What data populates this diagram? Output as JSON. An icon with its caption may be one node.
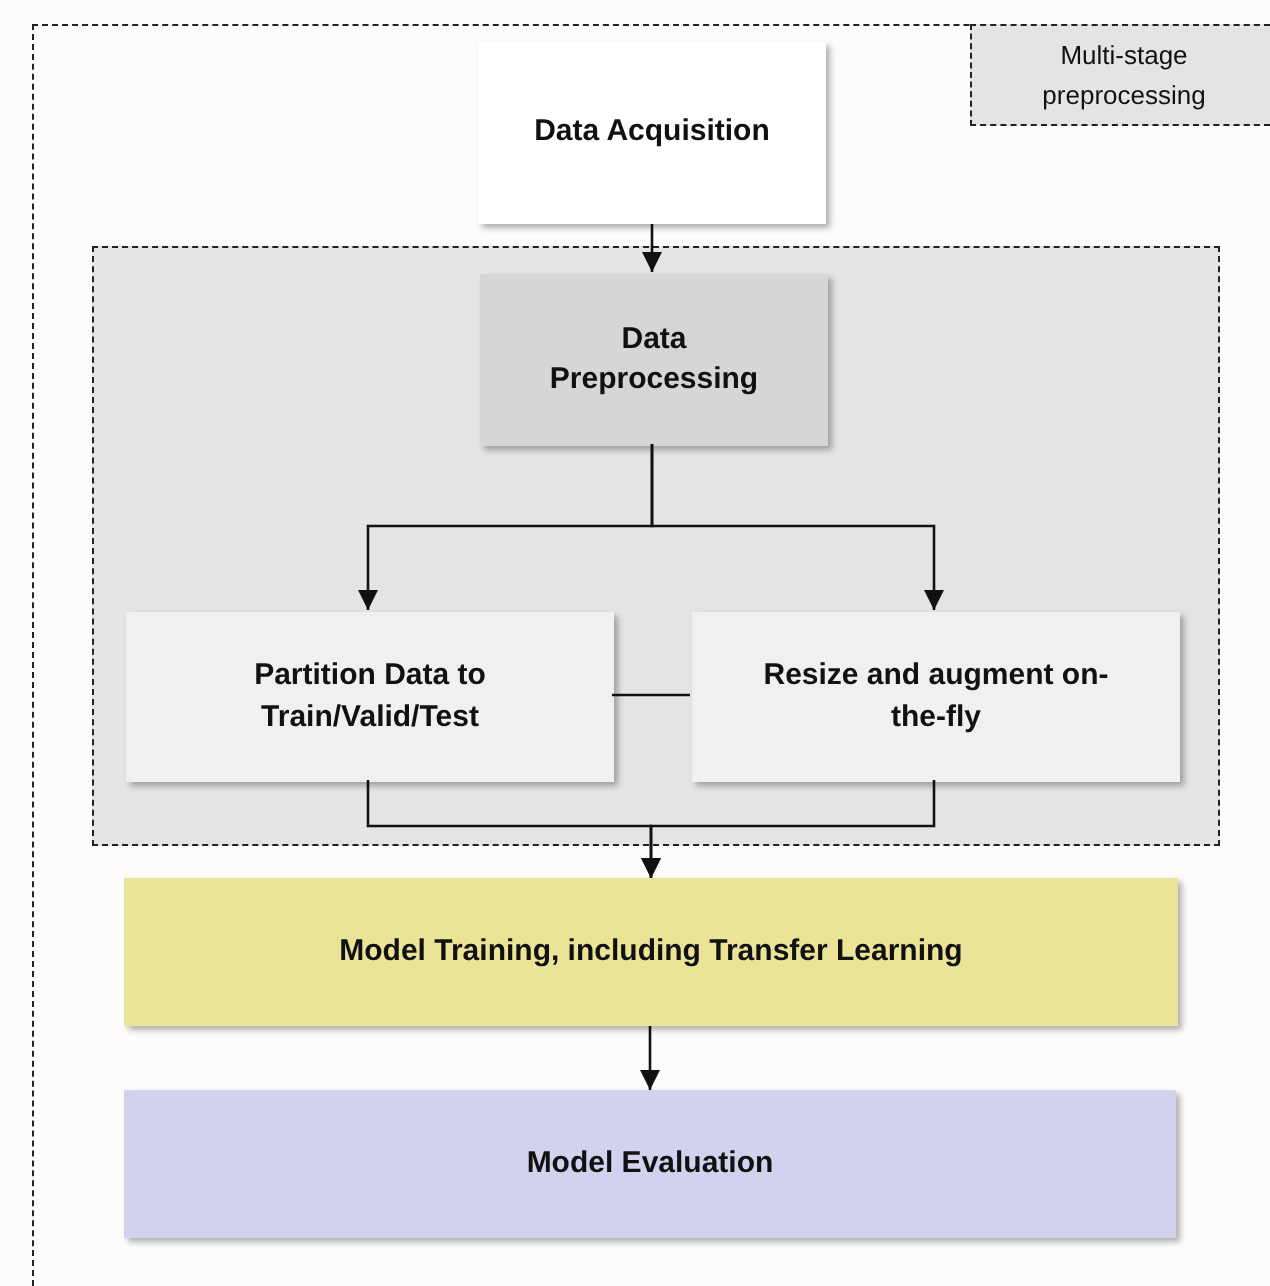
{
  "diagram": {
    "nodes": [
      {
        "text": [
          "Data Acquisition"
        ]
      },
      {
        "text": [],
        "shape": "box"
      },
      {
        "text": [
          "Data Preprocessing"
        ],
        "in": 1
      },
      {
        "text": [
          "Partition Data to Train/Valid/Test"
        ],
        "in": 1
      },
      {
        "text": [
          "Resize and augment on-the-fly"
        ],
        "in": 1
      },
      {
        "text": [
          "Model Training, including Transfer Learning"
        ]
      },
      {
        "text": [
          "Model Evaluation"
        ]
      }
    ],
    "edges": [
      {
        "from": 0,
        "to": 2,
        "arrow": "to"
      },
      {
        "from": 2,
        "to": 3,
        "arrow": "to"
      },
      {
        "from": 2,
        "to": 4,
        "arrow": "to"
      },
      {
        "from": 3,
        "to": 4,
        "arrow": "none"
      },
      {
        "from": 3,
        "to": 5,
        "arrow": "to"
      },
      {
        "from": 4,
        "to": 5,
        "arrow": "to"
      },
      {
        "from": 5,
        "to": 6,
        "arrow": "to"
      }
    ],
    "legend": [
      {
        "text": "Multi-stage preprocessing"
      }
    ]
  }
}
